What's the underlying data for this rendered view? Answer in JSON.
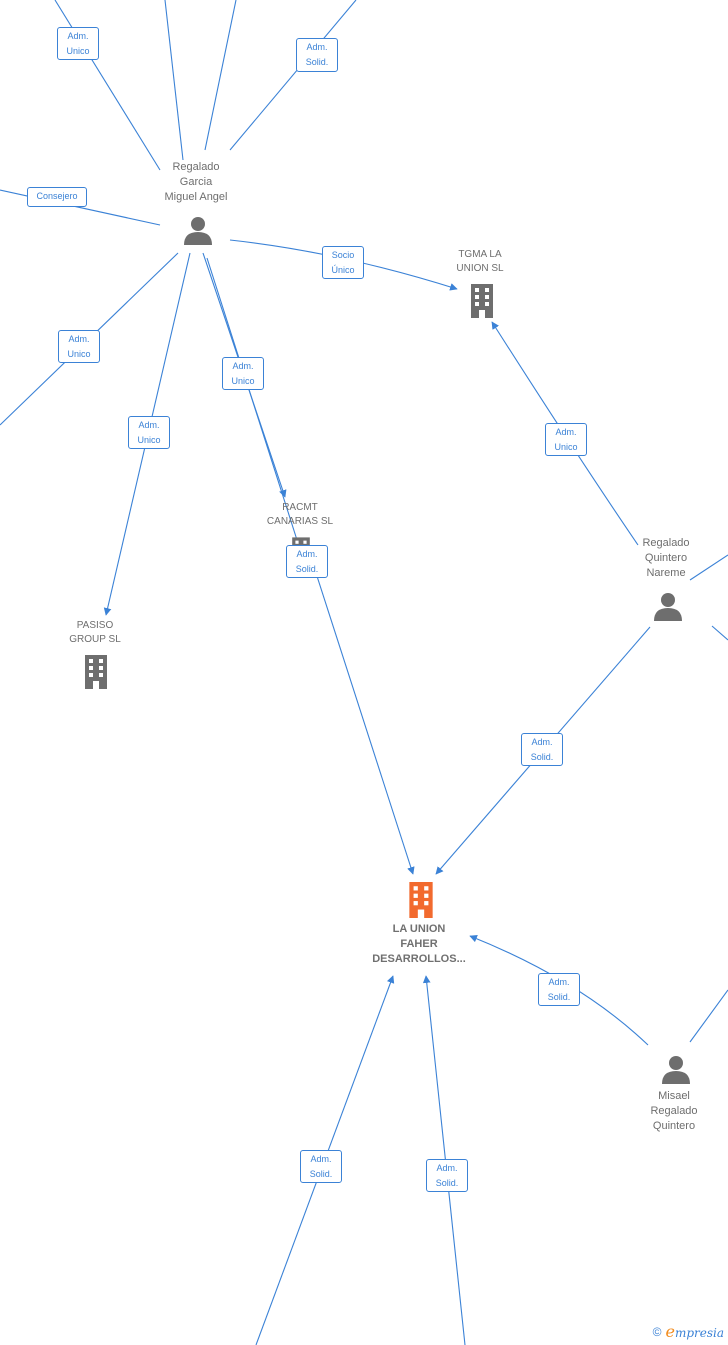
{
  "nodes": {
    "regalado_garcia": {
      "label": "Regalado\nGarcia\nMiguel Angel",
      "kind": "person"
    },
    "tgma": {
      "label": "TGMA LA\nUNION SL",
      "kind": "company"
    },
    "racmt": {
      "label": "RACMT\nCANARIAS  SL",
      "kind": "company"
    },
    "pasiso": {
      "label": "PASISO\nGROUP  SL",
      "kind": "company"
    },
    "regalado_quintero": {
      "label": "Regalado\nQuintero\nNareme",
      "kind": "person"
    },
    "la_union": {
      "label": "LA UNION\nFAHER\nDESARROLLOS...",
      "kind": "main-company"
    },
    "misael": {
      "label": "Misael\nRegalado\nQuintero",
      "kind": "person"
    }
  },
  "badges": {
    "adm_unico_1": "Adm.\nUnico",
    "adm_solid_1": "Adm.\nSolid.",
    "consejero": "Consejero",
    "socio_unico": "Socio\nÚnico",
    "adm_unico_2": "Adm.\nUnico",
    "adm_unico_3": "Adm.\nUnico",
    "adm_unico_4": "Adm.\nUnico",
    "adm_unico_5": "Adm.\nUnico",
    "adm_solid_2": "Adm.\nSolid.",
    "adm_solid_3": "Adm.\nSolid.",
    "adm_solid_4": "Adm.\nSolid.",
    "adm_solid_5": "Adm.\nSolid.",
    "adm_solid_6": "Adm.\nSolid."
  },
  "footer": {
    "copyright": "©",
    "brand_initial": "e",
    "brand_rest": "mpresia"
  },
  "colors": {
    "edge": "#3b82d6",
    "person": "#6e6e6e",
    "company": "#6e6e6e",
    "main_company": "#f26a2e"
  },
  "icons": {
    "person": "person-icon",
    "company": "building-icon"
  }
}
